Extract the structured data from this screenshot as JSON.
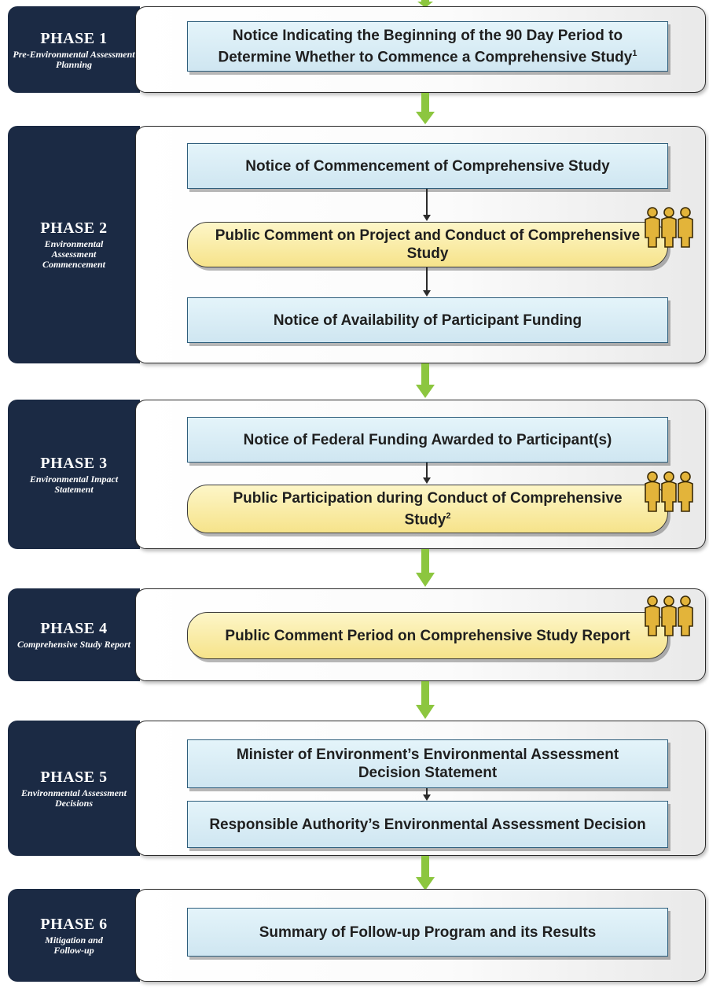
{
  "phases": [
    {
      "title": "PHASE 1",
      "subtitle": "Pre-Environmental Assessment Planning",
      "steps": [
        {
          "kind": "notice",
          "text": "Notice Indicating the Beginning of the 90 Day Period to Determine Whether to Commence a Comprehensive Study",
          "footnote": "1"
        }
      ]
    },
    {
      "title": "PHASE 2",
      "subtitle": "Environmental Assessment Commencement",
      "steps": [
        {
          "kind": "notice",
          "text": "Notice of Commencement of Comprehensive Study"
        },
        {
          "kind": "public",
          "text": "Public Comment on Project and Conduct of Comprehensive Study"
        },
        {
          "kind": "notice",
          "text": "Notice of Availability of Participant Funding"
        }
      ]
    },
    {
      "title": "PHASE 3",
      "subtitle": "Environmental Impact Statement",
      "steps": [
        {
          "kind": "notice",
          "text": "Notice of Federal Funding Awarded to Participant(s)"
        },
        {
          "kind": "public",
          "text": "Public Participation during Conduct of Comprehensive Study",
          "footnote": "2"
        }
      ]
    },
    {
      "title": "PHASE 4",
      "subtitle": "Comprehensive Study Report",
      "steps": [
        {
          "kind": "public",
          "text": "Public Comment Period on Comprehensive Study Report"
        }
      ]
    },
    {
      "title": "PHASE 5",
      "subtitle": "Environmental Assessment Decisions",
      "steps": [
        {
          "kind": "notice",
          "text": "Minister of Environment’s Environmental Assessment Decision Statement"
        },
        {
          "kind": "notice",
          "text": "Responsible Authority’s Environmental Assessment Decision"
        }
      ]
    },
    {
      "title": "PHASE 6",
      "subtitle": "Mitigation and Follow-up",
      "steps": [
        {
          "kind": "notice",
          "text": "Summary of Follow-up Program and its Results"
        }
      ]
    }
  ],
  "colors": {
    "tab": "#1b2a44",
    "notice_fill": "#d6ecf5",
    "public_fill": "#f8e79a",
    "flow_arrow": "#8cc63f",
    "people_icon": "#e3b43a"
  },
  "icons": {
    "flow_arrow": "green-down-arrow-icon",
    "public_participation": "people-group-icon"
  }
}
